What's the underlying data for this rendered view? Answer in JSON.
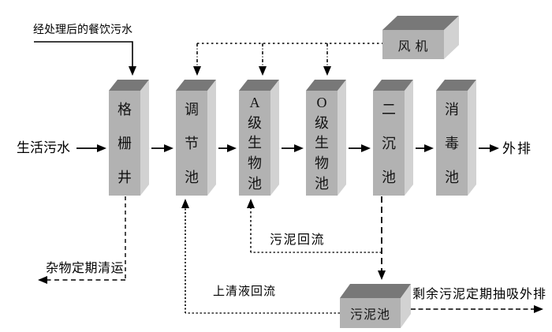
{
  "diagram": {
    "colors": {
      "background": "#ffffff",
      "box_front": "#b2b2b2",
      "box_top": "#787878",
      "box_side": "#d2d2d2",
      "line": "#000000",
      "text": "#000000"
    },
    "sources": {
      "pretreated_inflow": "经处理后的餐饮污水",
      "domestic_inflow": "生活污水"
    },
    "tanks": [
      {
        "label": "格栅井"
      },
      {
        "label": "调节池"
      },
      {
        "label": "A级生物池"
      },
      {
        "label": "O级生物池"
      },
      {
        "label": "二沉池"
      },
      {
        "label": "消毒池"
      }
    ],
    "blower": {
      "label": "风 机"
    },
    "sludge_tank": {
      "label": "污泥池"
    },
    "outfall": "外排",
    "flow_notes": {
      "debris_removal": "杂物定期清运",
      "sludge_return": "污泥回流",
      "supernatant_return": "上清液回流",
      "excess_sludge_discharge": "剩余污泥定期抽吸外排"
    }
  }
}
